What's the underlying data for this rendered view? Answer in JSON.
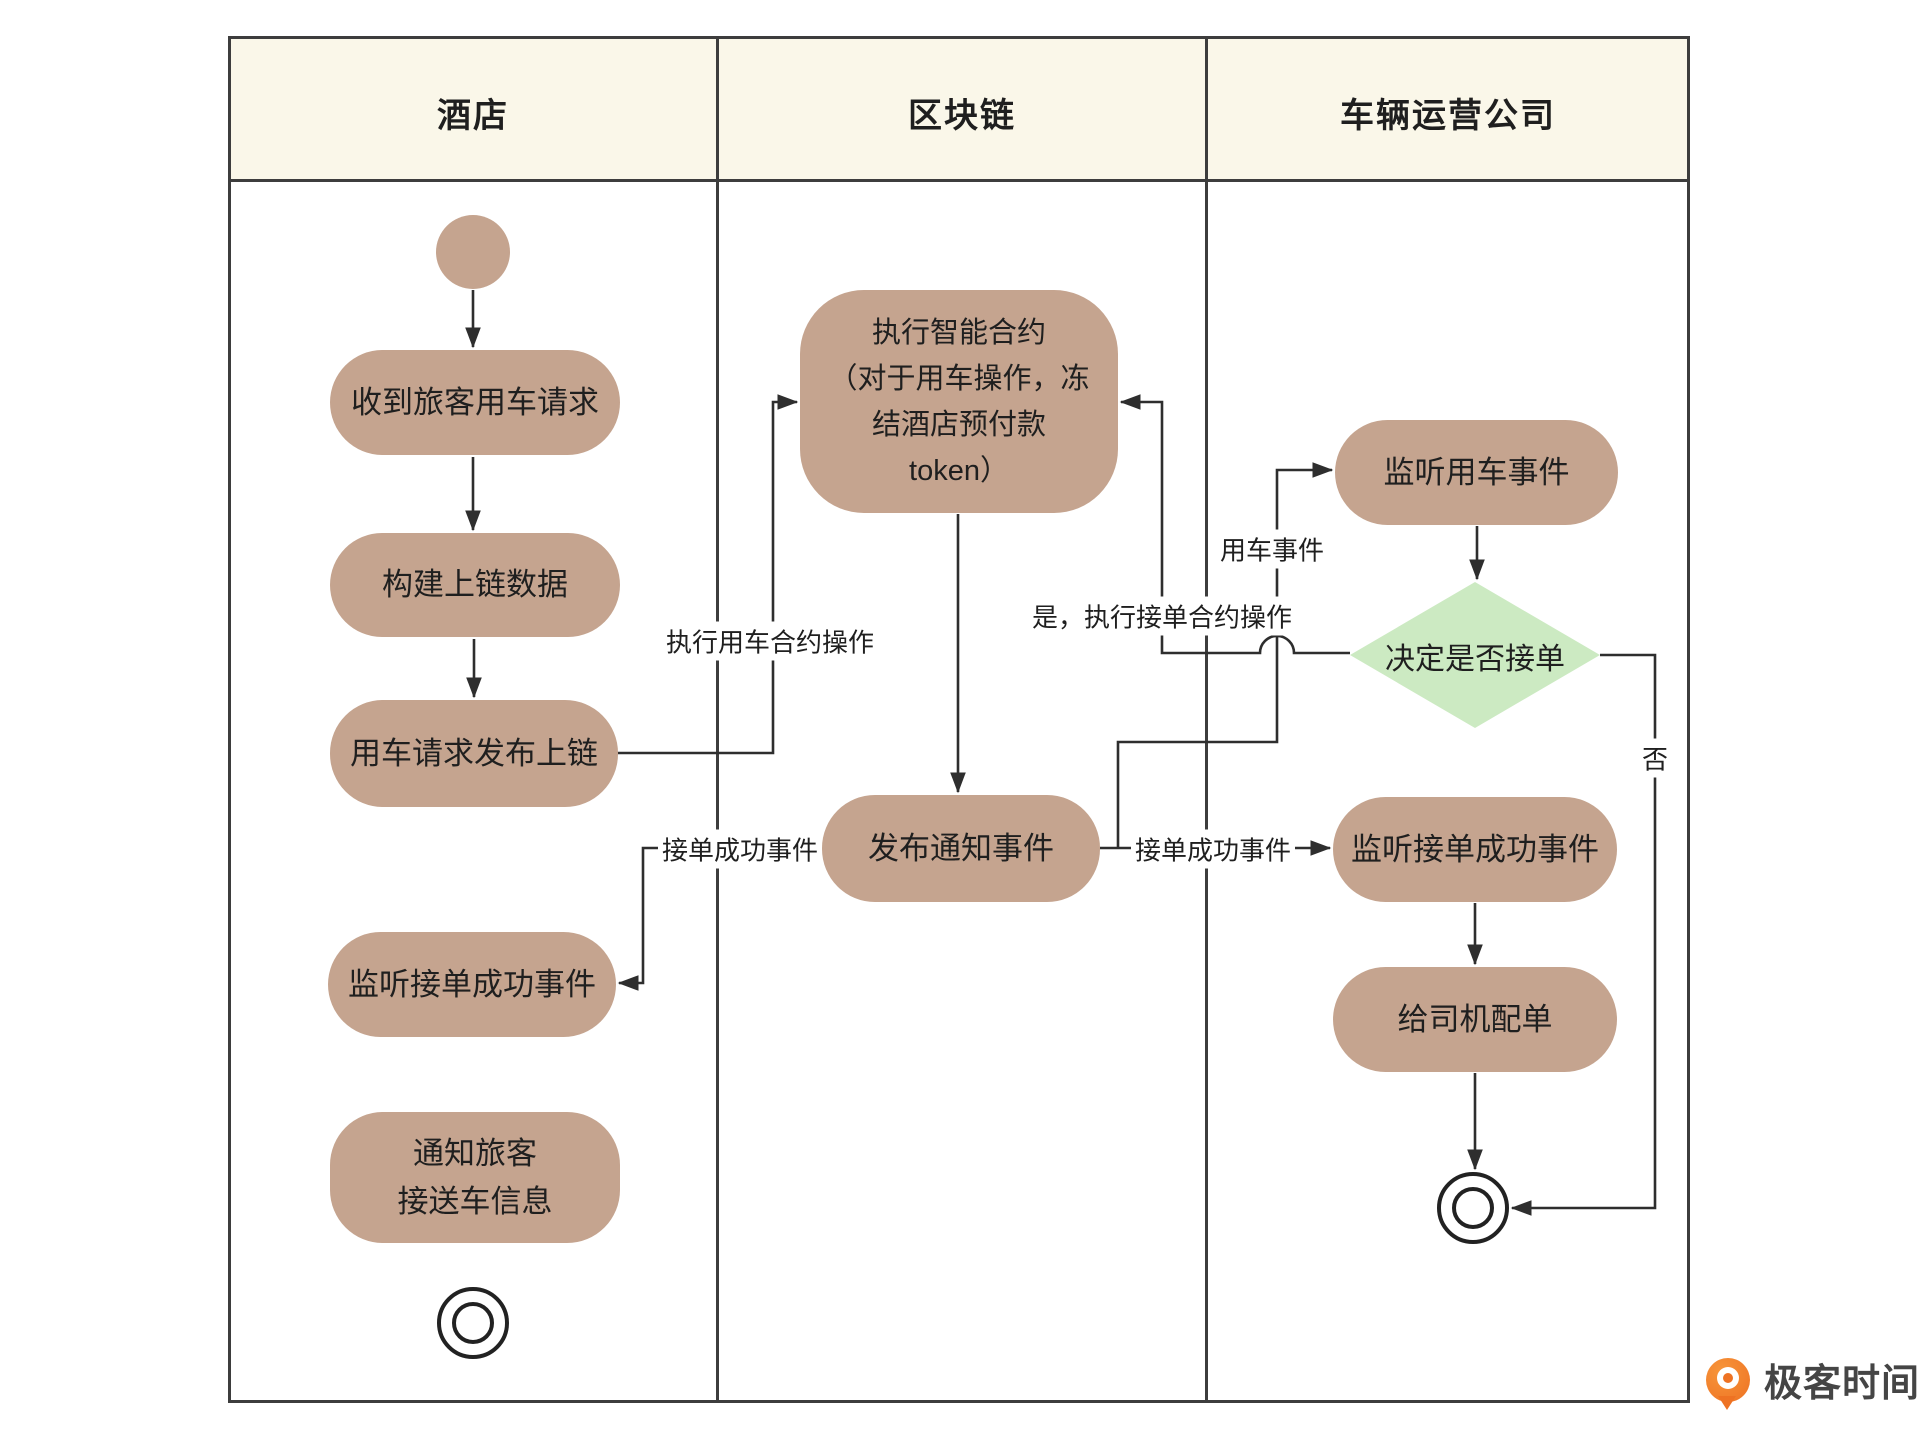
{
  "lanes": [
    {
      "title": "酒店"
    },
    {
      "title": "区块链"
    },
    {
      "title": "车辆运营公司"
    }
  ],
  "nodes": {
    "receive_request": "收到旅客用车请求",
    "build_data": "构建上链数据",
    "publish_request": "用车请求发布上链",
    "hotel_listen_success": "监听接单成功事件",
    "notify_passenger": "通知旅客\n接送车信息",
    "execute_contract": "执行智能合约\n（对于用车操作，冻\n结酒店预付款\ntoken）",
    "publish_event": "发布通知事件",
    "listen_use_event": "监听用车事件",
    "decide": "决定是否接单",
    "company_listen_success": "监听接单成功事件",
    "assign_driver": "给司机配单"
  },
  "edge_labels": {
    "execute_use_contract": "执行用车合约操作",
    "success_event_left": "接单成功事件",
    "success_event_right": "接单成功事件",
    "use_event": "用车事件",
    "yes_execute": "是，执行接单合约操作",
    "no": "否"
  },
  "logo": {
    "text": "极客时间"
  },
  "colors": {
    "node_fill": "#c5a48f",
    "diamond_fill": "#cceac2",
    "header_bg": "#faf7e9",
    "line_color": "#2e2e2e",
    "frame_color": "#3d3d3d",
    "logo_orange": "#ee7223"
  }
}
